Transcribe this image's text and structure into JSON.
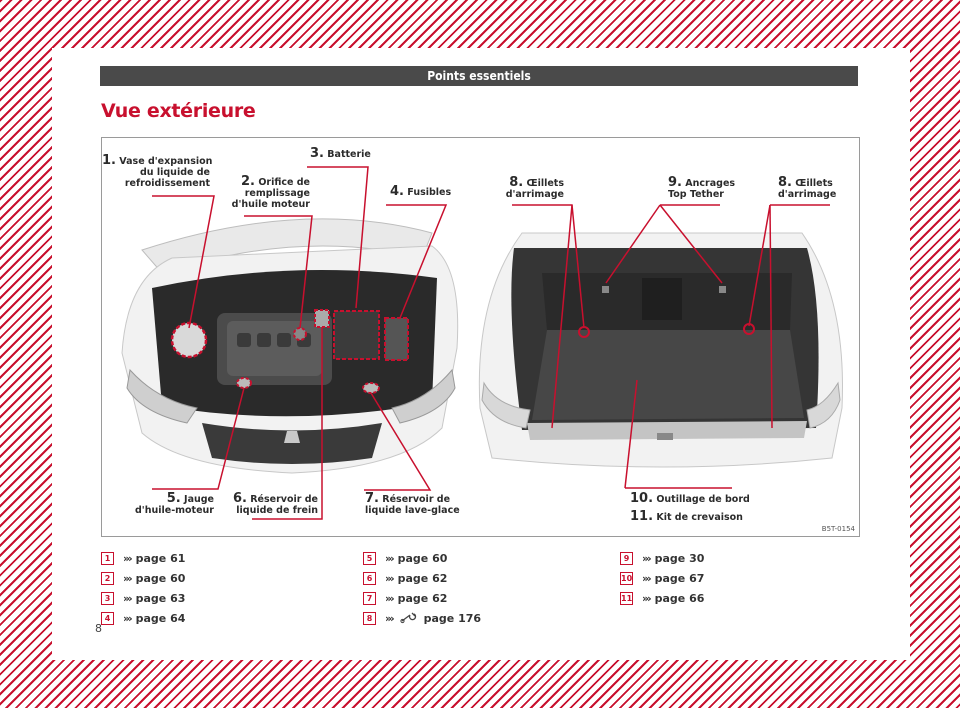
{
  "header": {
    "section": "Points essentiels"
  },
  "title": "Vue extérieure",
  "figure": {
    "code": "B5T-0154",
    "callouts": {
      "c1": {
        "num": "1.",
        "lines": [
          "Vase d'expansion",
          "du liquide de",
          "refroidissement"
        ]
      },
      "c2": {
        "num": "2.",
        "lines": [
          "Orifice de",
          "remplissage",
          "d'huile moteur"
        ]
      },
      "c3": {
        "num": "3.",
        "lines": [
          "Batterie"
        ]
      },
      "c4": {
        "num": "4.",
        "lines": [
          "Fusibles"
        ]
      },
      "c5": {
        "num": "5.",
        "lines": [
          "Jauge",
          "d'huile-moteur"
        ]
      },
      "c6": {
        "num": "6.",
        "lines": [
          "Réservoir de",
          "liquide de frein"
        ]
      },
      "c7": {
        "num": "7.",
        "lines": [
          "Réservoir de",
          "liquide lave-glace"
        ]
      },
      "c8a": {
        "num": "8.",
        "lines": [
          "Œillets",
          "d'arrimage"
        ]
      },
      "c9": {
        "num": "9.",
        "lines": [
          "Ancrages",
          "Top Tether"
        ]
      },
      "c8b": {
        "num": "8.",
        "lines": [
          "Œillets",
          "d'arrimage"
        ]
      },
      "c10": {
        "num": "10.",
        "lines": [
          "Outillage de bord"
        ]
      },
      "c11": {
        "num": "11.",
        "lines": [
          "Kit de crevaison"
        ]
      }
    }
  },
  "references": {
    "col1": [
      {
        "badge": "1",
        "arrows": "›››",
        "text": "page 61"
      },
      {
        "badge": "2",
        "arrows": "›››",
        "text": "page 60"
      },
      {
        "badge": "3",
        "arrows": "›››",
        "text": "page 63"
      },
      {
        "badge": "4",
        "arrows": "›››",
        "text": "page 64"
      }
    ],
    "col2": [
      {
        "badge": "5",
        "arrows": "›››",
        "text": "page 60"
      },
      {
        "badge": "6",
        "arrows": "›››",
        "text": "page 62"
      },
      {
        "badge": "7",
        "arrows": "›››",
        "text": "page 62"
      },
      {
        "badge": "8",
        "arrows": "›››",
        "text": "page 176",
        "icon": "wrench-icon"
      }
    ],
    "col3": [
      {
        "badge": "9",
        "arrows": "›››",
        "text": "page 30"
      },
      {
        "badge": "10",
        "arrows": "›››",
        "text": "page 67"
      },
      {
        "badge": "11",
        "arrows": "›››",
        "text": "page 66"
      }
    ]
  },
  "page_number": "8",
  "colors": {
    "accent": "#c8102e",
    "header_bg": "#4a4a4a",
    "text": "#2b2b2b"
  }
}
